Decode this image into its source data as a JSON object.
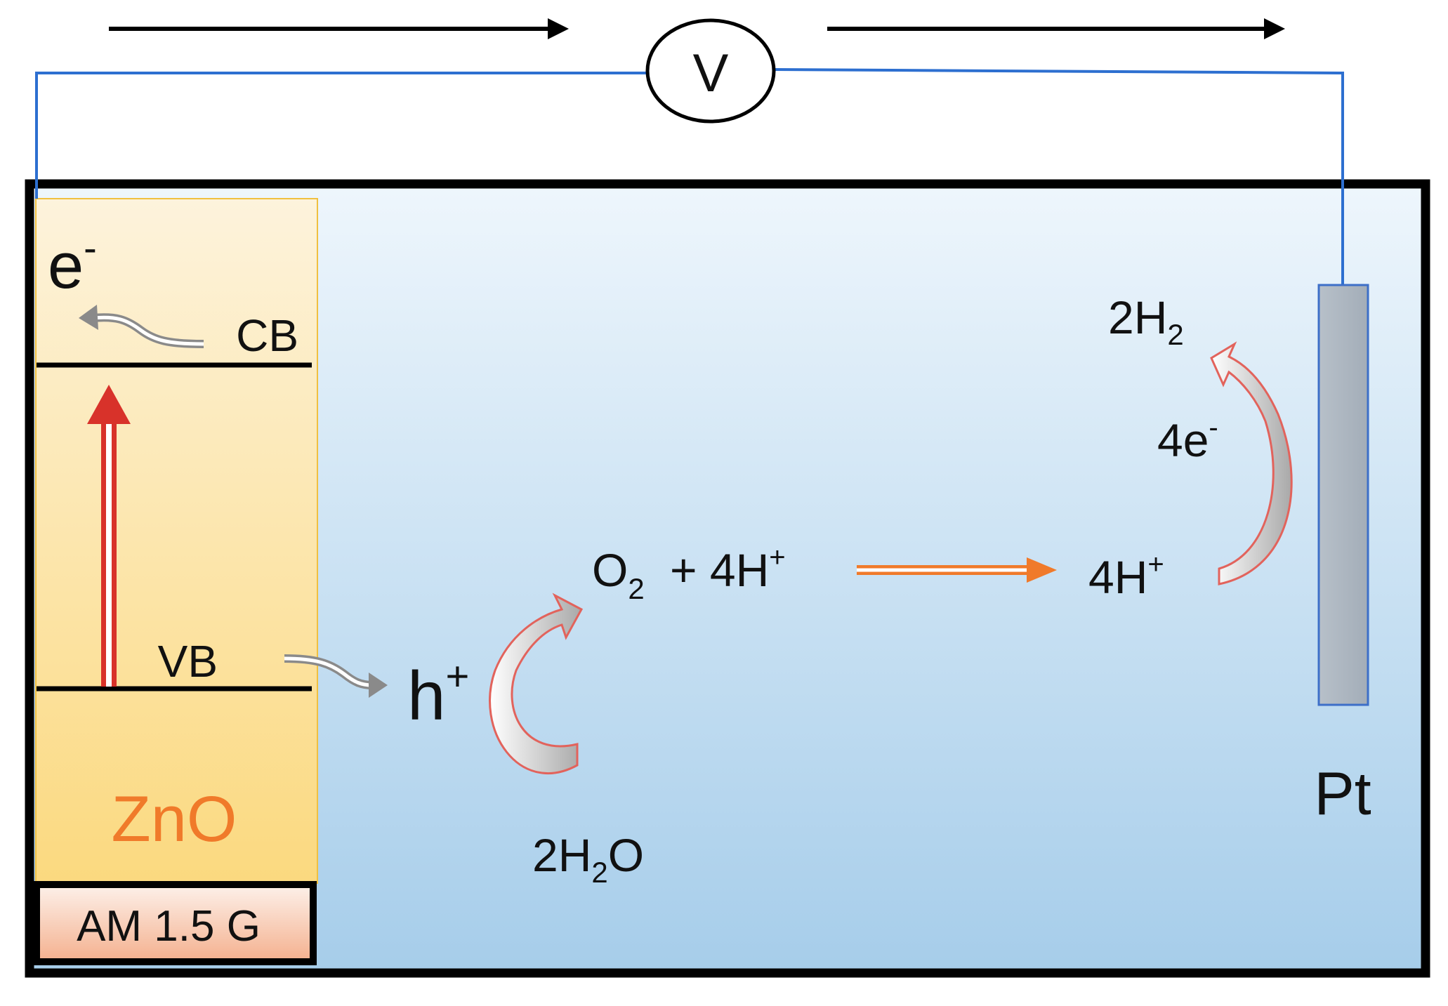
{
  "voltmeter": {
    "symbol": "V"
  },
  "band": {
    "electron": {
      "base": "e",
      "sup": "-"
    },
    "cb": "CB",
    "vb": "VB",
    "material": "ZnO",
    "light_source": "AM 1.5 G"
  },
  "photoanode_reaction": {
    "hole": {
      "base": "h",
      "sup": "+"
    },
    "product": {
      "o_base": "O",
      "o_sub": "2",
      "plus_proton": " + 4H",
      "sup": "+"
    },
    "reactant": {
      "pre": "2H",
      "sub": "2",
      "post": "O"
    }
  },
  "cathode_reaction": {
    "protons": {
      "base": "4H",
      "sup": "+"
    },
    "electrons": {
      "base": "4e",
      "sup": "-"
    },
    "product": {
      "base": "2H",
      "sub": "2"
    },
    "electrode_label": "Pt"
  },
  "colors": {
    "wire": "#2d6fd0",
    "material_label": "#f07a2a",
    "excitation_arrow": "#d8322a",
    "proton_arrow": "#f07a2a",
    "electrolyte_top": "#eaf3fb",
    "electrolyte_bottom": "#a9d0ec"
  }
}
